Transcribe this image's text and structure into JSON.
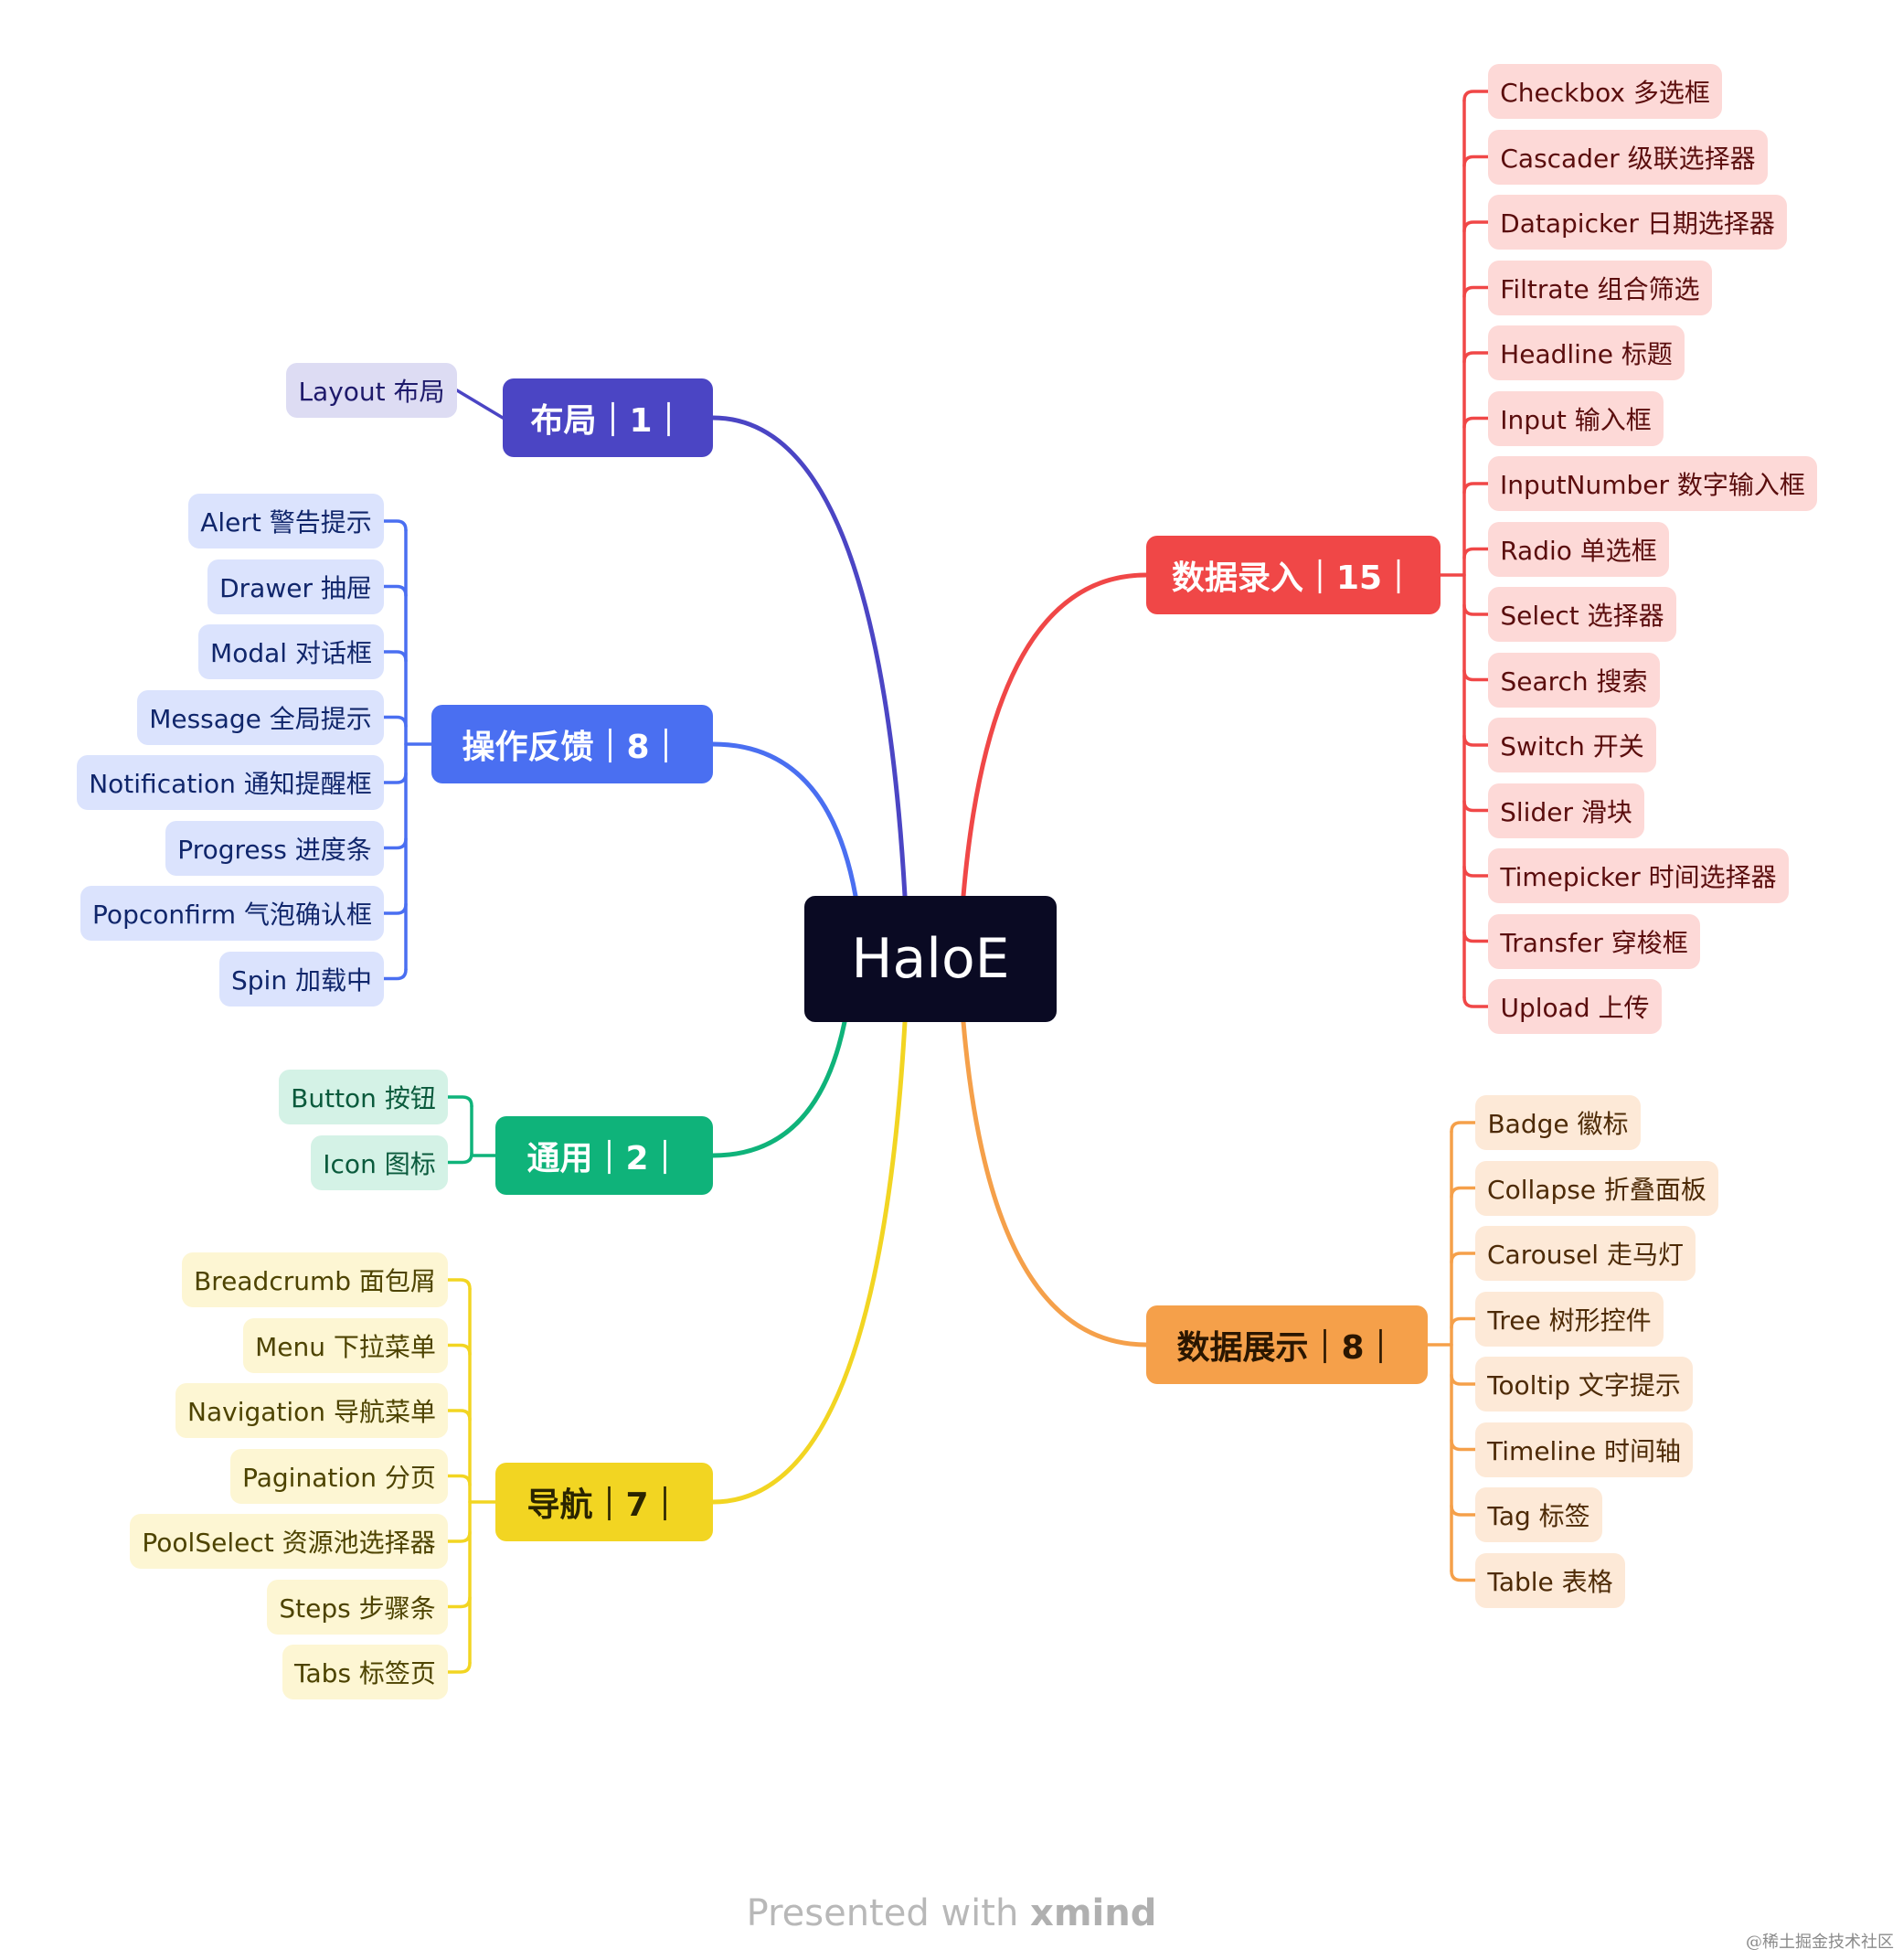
{
  "root": {
    "label": "HaloE",
    "color": "#0a0a23"
  },
  "branches": [
    {
      "id": "layout",
      "label": "布局｜1｜",
      "color": "#4b45c4",
      "leaf_bg": "#dddcf3",
      "leaf_fg": "#1e1a6b",
      "line": "#4b45c4",
      "items": [
        "Layout 布局"
      ]
    },
    {
      "id": "feedback",
      "label": "操作反馈｜8｜",
      "color": "#4a6ff1",
      "leaf_bg": "#dbe3fd",
      "leaf_fg": "#10266b",
      "line": "#4a6ff1",
      "items": [
        "Alert 警告提示",
        "Drawer 抽屉",
        "Modal 对话框",
        "Message 全局提示",
        "Notification 通知提醒框",
        "Progress 进度条",
        "Popconfirm 气泡确认框",
        "Spin 加载中"
      ]
    },
    {
      "id": "general",
      "label": "通用｜2｜",
      "color": "#0fb37a",
      "leaf_bg": "#d4f2e6",
      "leaf_fg": "#0a5a3c",
      "line": "#0fb37a",
      "items": [
        "Button 按钮",
        "Icon 图标"
      ]
    },
    {
      "id": "nav",
      "label": "导航｜7｜",
      "color": "#f2d522",
      "text_color": "#2a2400",
      "leaf_bg": "#fdf6d3",
      "leaf_fg": "#4d4300",
      "line": "#f2d522",
      "items": [
        "Breadcrumb 面包屑",
        "Menu 下拉菜单",
        "Navigation 导航菜单",
        "Pagination 分页",
        "PoolSelect 资源池选择器",
        "Steps 步骤条",
        "Tabs 标签页"
      ]
    },
    {
      "id": "input",
      "label": "数据录入｜15｜",
      "color": "#f04747",
      "leaf_bg": "#fdd9d7",
      "leaf_fg": "#5a0d0d",
      "line": "#f04747",
      "items": [
        "Checkbox 多选框",
        "Cascader 级联选择器",
        "Datapicker 日期选择器",
        "Filtrate 组合筛选",
        "Headline 标题",
        "Input 输入框",
        "InputNumber 数字输入框",
        "Radio 单选框",
        "Select 选择器",
        "Search 搜索",
        "Switch 开关",
        "Slider 滑块",
        "Timepicker 时间选择器",
        "Transfer 穿梭框",
        "Upload 上传"
      ]
    },
    {
      "id": "display",
      "label": "数据展示｜8｜",
      "color": "#f5a04a",
      "text_color": "#2a1600",
      "leaf_bg": "#fde9d7",
      "leaf_fg": "#4d2a06",
      "line": "#f5a04a",
      "items": [
        "Badge 徽标",
        "Collapse 折叠面板",
        "Carousel 走马灯",
        "Tree 树形控件",
        "Tooltip 文字提示",
        "Timeline 时间轴",
        "Tag 标签",
        "Table 表格"
      ]
    }
  ],
  "footer": {
    "prefix": "Presented with ",
    "brand": "xmind"
  },
  "watermark": "@稀土掘金技术社区"
}
